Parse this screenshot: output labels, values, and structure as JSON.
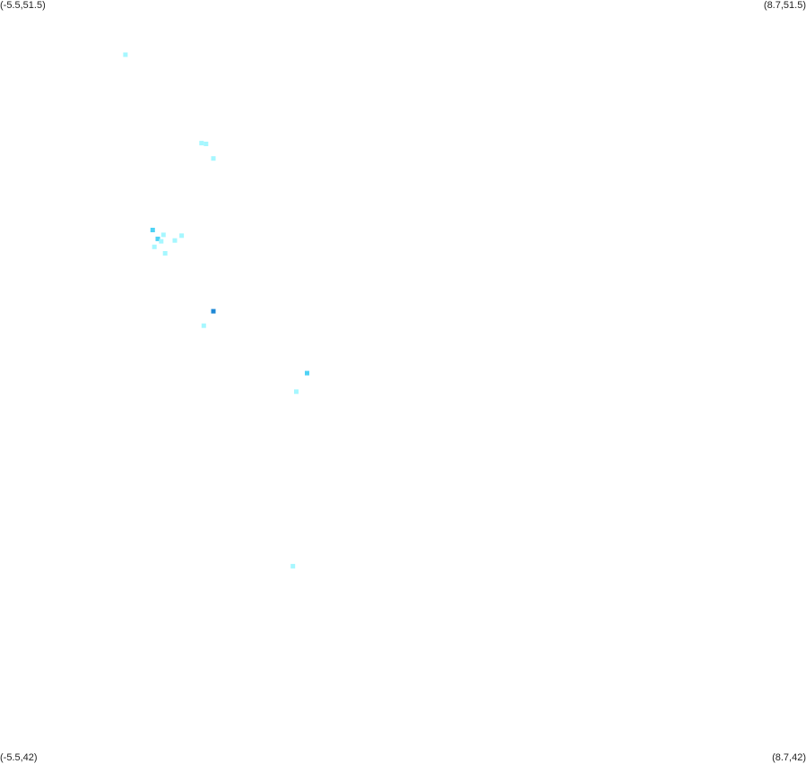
{
  "corners": {
    "top_left": "(-5.5,51.5)",
    "top_right": "(8.7,51.5)",
    "bottom_left": "(-5.5,42)",
    "bottom_right": "(8.7,42)"
  },
  "bounds": {
    "lon_min": -5.5,
    "lon_max": 8.7,
    "lat_min": 42,
    "lat_max": 51.5
  },
  "colors": {
    "background": "#ffffff",
    "level_low": "#a6f7ff",
    "level_mid": "#4fd2f5",
    "level_high": "#1e88d6"
  },
  "points": [
    {
      "lon": -3.29,
      "lat": 50.82,
      "level": "low"
    },
    {
      "lon": -1.95,
      "lat": 49.72,
      "level": "low"
    },
    {
      "lon": -1.87,
      "lat": 49.71,
      "level": "low"
    },
    {
      "lon": -1.74,
      "lat": 49.53,
      "level": "low"
    },
    {
      "lon": -2.81,
      "lat": 48.64,
      "level": "mid"
    },
    {
      "lon": -2.72,
      "lat": 48.53,
      "level": "mid"
    },
    {
      "lon": -2.62,
      "lat": 48.58,
      "level": "low"
    },
    {
      "lon": -2.66,
      "lat": 48.5,
      "level": "low"
    },
    {
      "lon": -2.78,
      "lat": 48.43,
      "level": "low"
    },
    {
      "lon": -2.59,
      "lat": 48.35,
      "level": "low"
    },
    {
      "lon": -2.42,
      "lat": 48.51,
      "level": "low"
    },
    {
      "lon": -2.3,
      "lat": 48.57,
      "level": "low"
    },
    {
      "lon": -1.74,
      "lat": 47.63,
      "level": "high"
    },
    {
      "lon": -1.91,
      "lat": 47.45,
      "level": "low"
    },
    {
      "lon": -0.09,
      "lat": 46.86,
      "level": "mid"
    },
    {
      "lon": -0.28,
      "lat": 46.63,
      "level": "low"
    },
    {
      "lon": -0.34,
      "lat": 44.46,
      "level": "low"
    }
  ]
}
